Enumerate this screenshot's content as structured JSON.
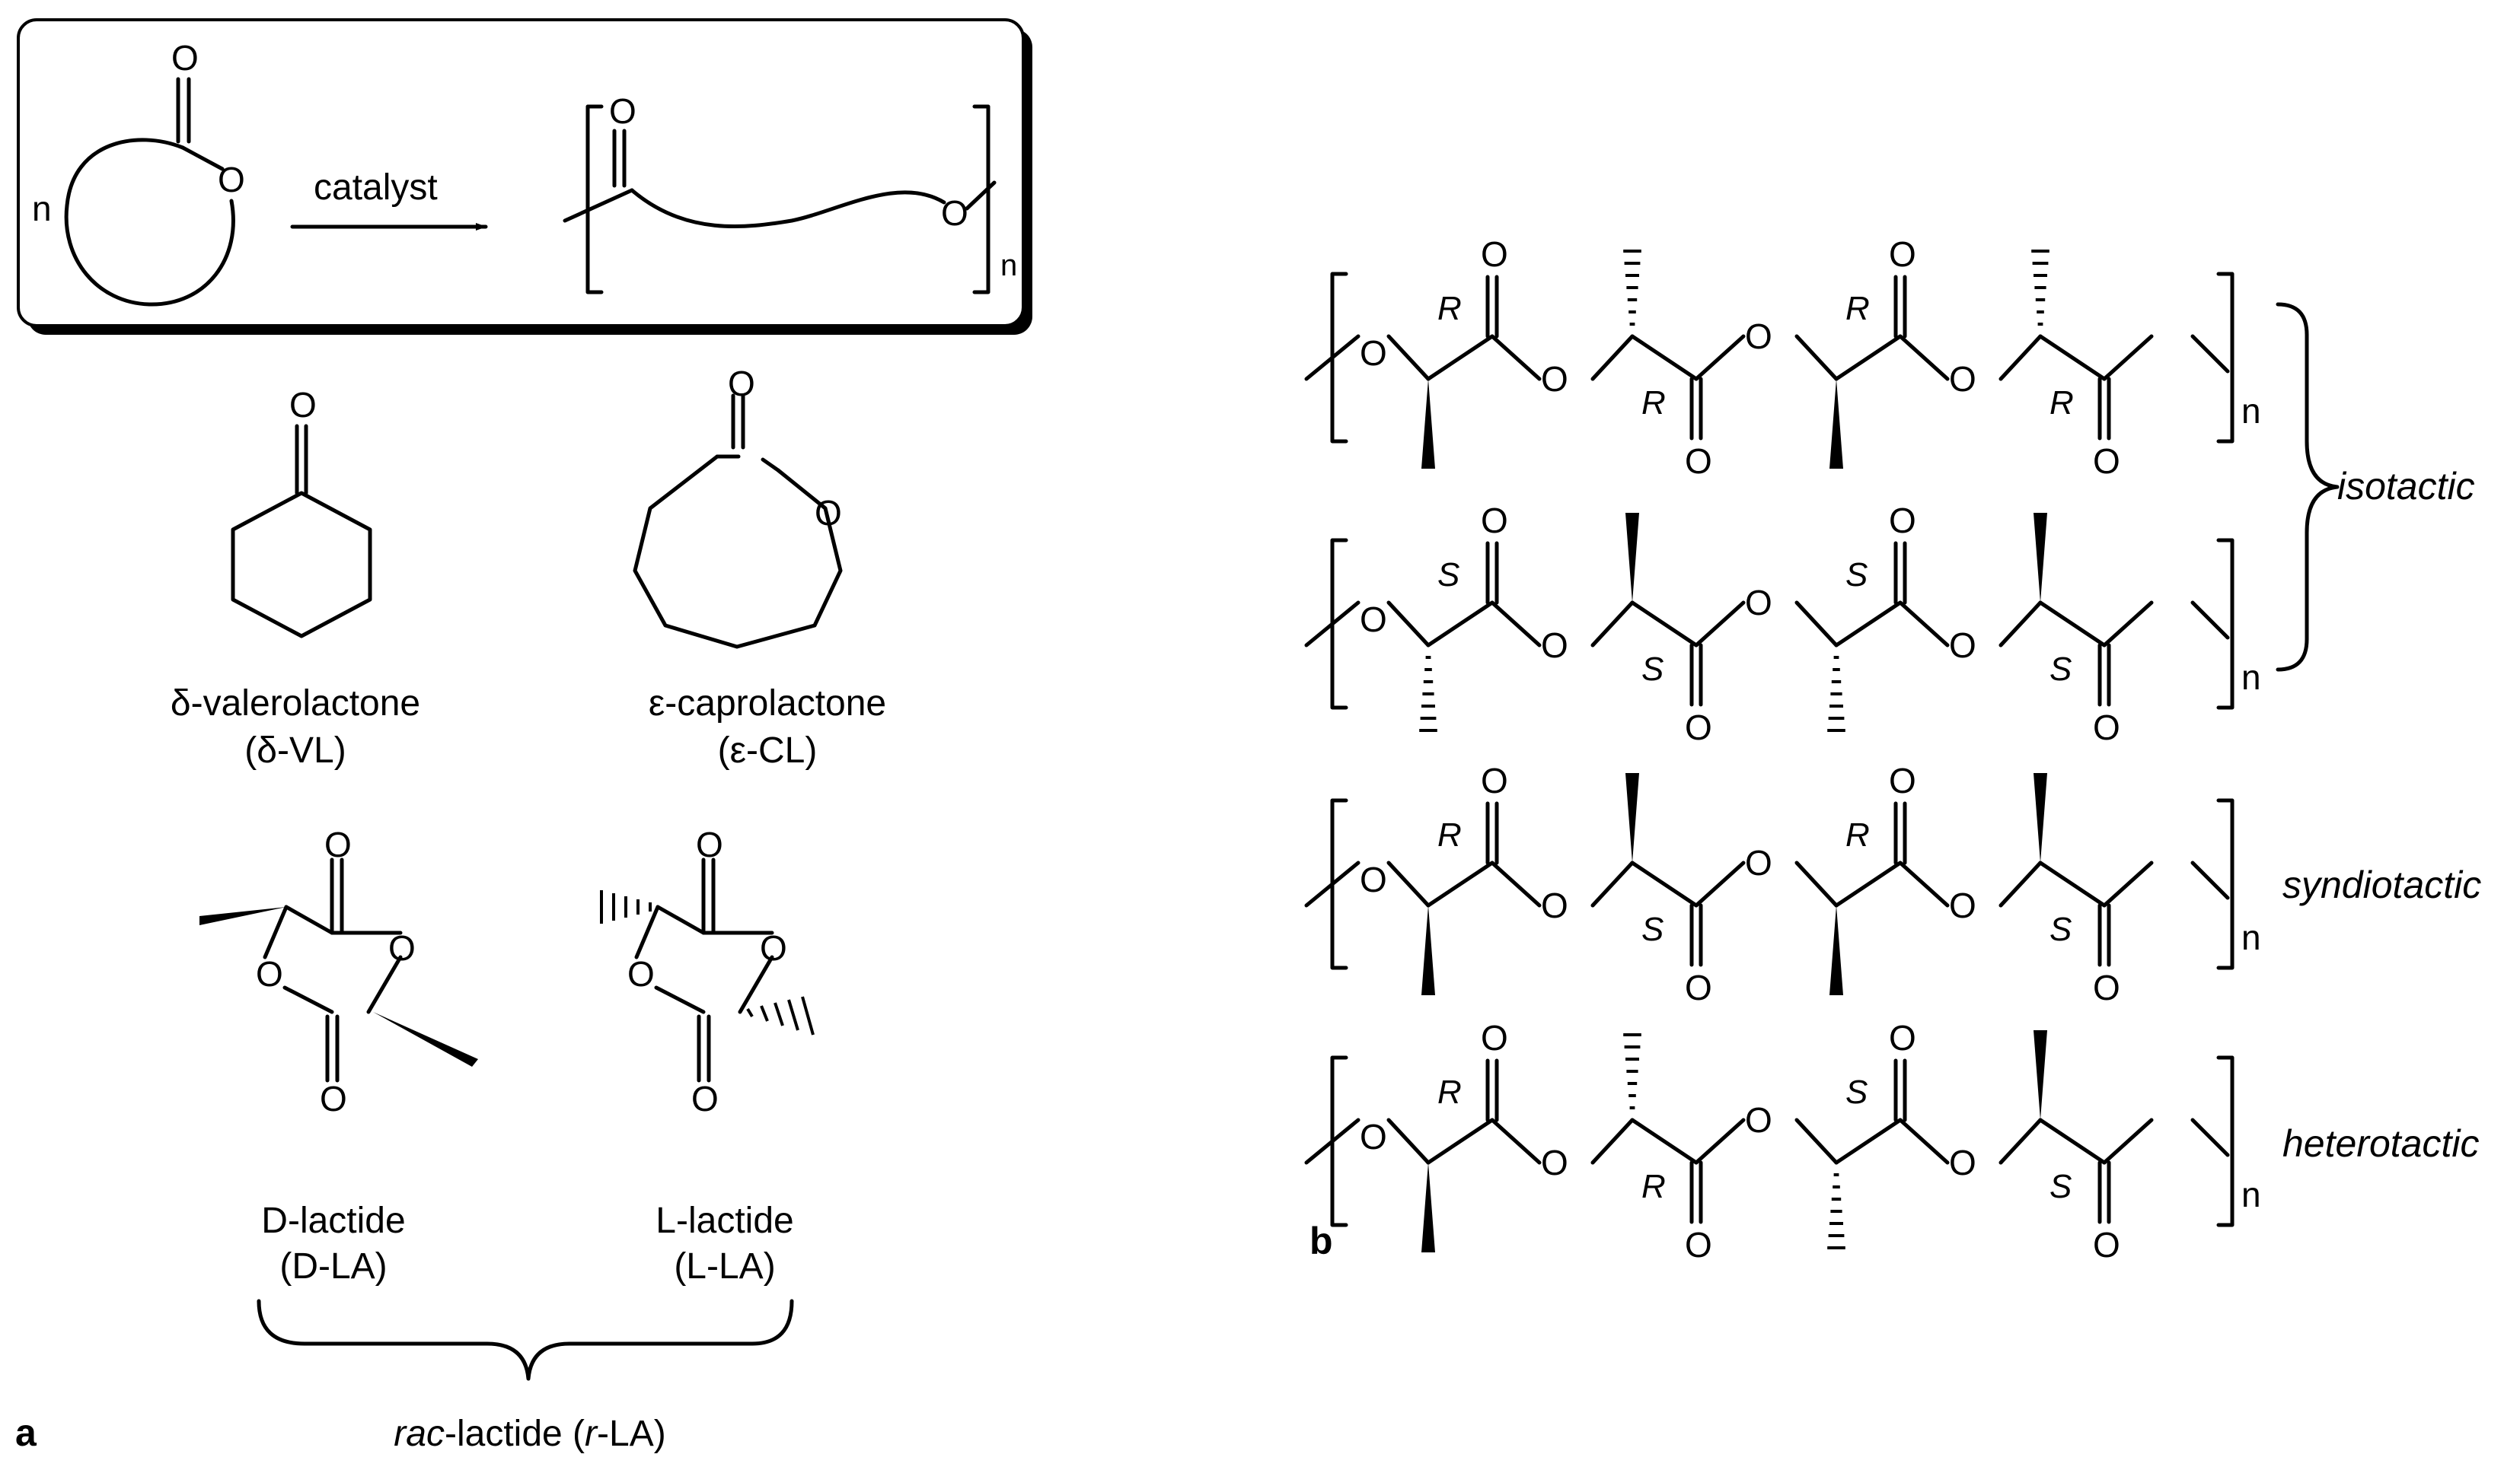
{
  "scheme": {
    "reagent_label": "catalyst",
    "ring_size_label": "n",
    "repeat_subscript": "n",
    "atom_O": "O"
  },
  "monomers": {
    "valerolactone": {
      "name": "δ-valerolactone",
      "abbr": "(δ-VL)"
    },
    "caprolactone": {
      "name": "ε-caprolactone",
      "abbr": "(ε-CL)"
    },
    "d_lactide": {
      "name": "D-lactide",
      "abbr": "(D-LA)"
    },
    "l_lactide": {
      "name": "L-lactide",
      "abbr": "(L-LA)"
    },
    "rac_lactide": {
      "prefix": "rac",
      "rest": "-lactide (",
      "r": "r",
      "end": "-LA)"
    }
  },
  "panel_labels": {
    "a": "a",
    "b": "b"
  },
  "polymers": {
    "atom_O": "O",
    "subscript": "n",
    "chains": [
      {
        "stereo": [
          "R",
          "R",
          "R",
          "R"
        ]
      },
      {
        "stereo": [
          "S",
          "S",
          "S",
          "S"
        ]
      },
      {
        "stereo": [
          "R",
          "S",
          "R",
          "S"
        ]
      },
      {
        "stereo": [
          "R",
          "R",
          "S",
          "S"
        ]
      }
    ],
    "tacticity": {
      "isotactic": "isotactic",
      "syndiotactic": "syndiotactic",
      "heterotactic": "heterotactic"
    }
  },
  "colors": {
    "ink": "#000000",
    "background": "#ffffff"
  }
}
